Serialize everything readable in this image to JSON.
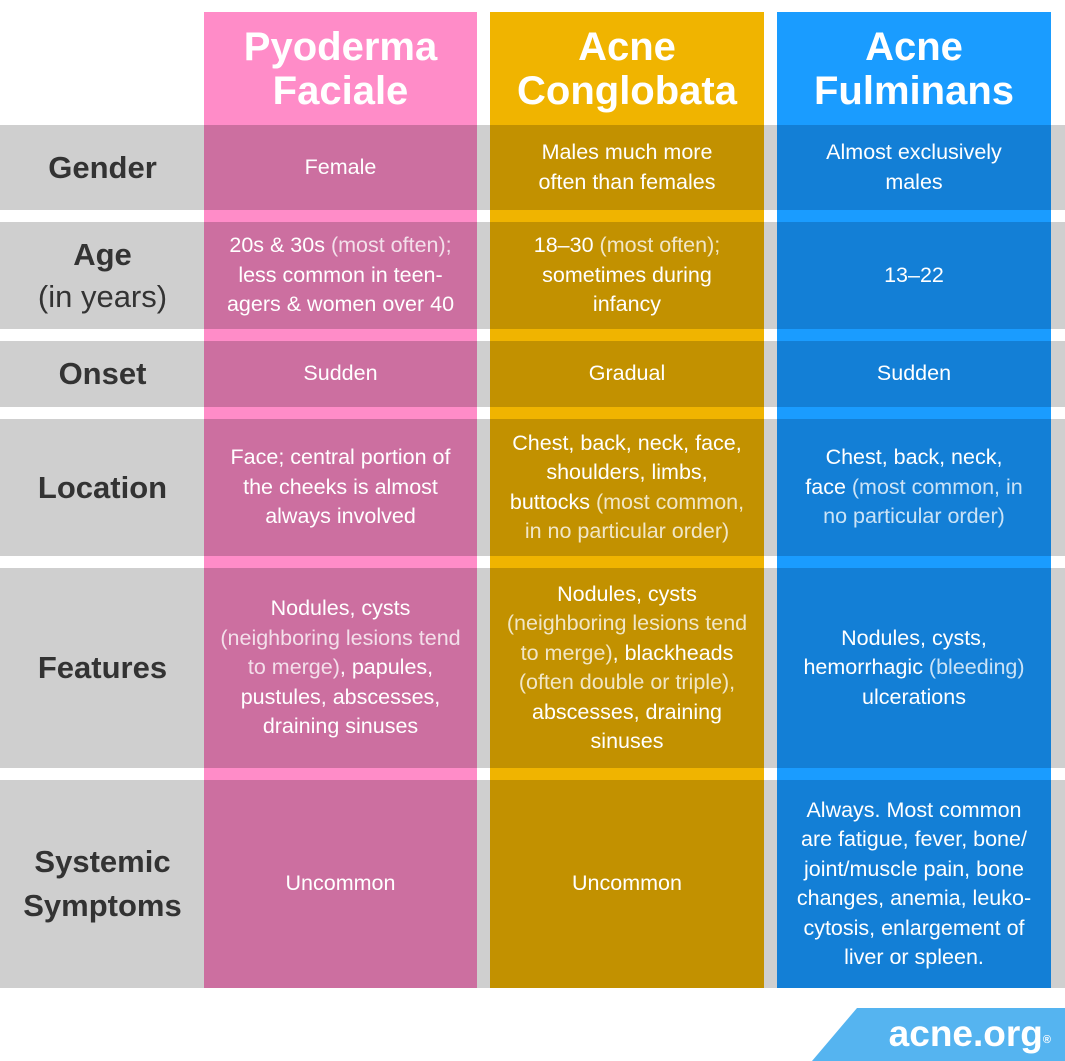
{
  "colors": {
    "pyoderma": "#ff8cc8",
    "pyoderma_dark": "#cc6fa0",
    "conglobata": "#f0b400",
    "conglobata_dark": "#c29100",
    "fulminans": "#1a9cff",
    "fulminans_dark": "#137fd6",
    "band": "#cfcfcf",
    "logo": "#55b4f0"
  },
  "columns": [
    {
      "title": "Pyoderma\nFaciale"
    },
    {
      "title": "Acne\nConglobata"
    },
    {
      "title": "Acne\nFulminans"
    }
  ],
  "rows": [
    {
      "label": "Gender",
      "cells": [
        [
          "Female"
        ],
        [
          "Males much more",
          "often than females"
        ],
        [
          "Almost exclusively",
          "males"
        ]
      ]
    },
    {
      "label": "Age",
      "sublabel": "(in years)",
      "cells": [
        {
          "bold": "20s & 30s",
          "lite": " (most often);",
          "rest": [
            "less common in teen-",
            "agers & women over 40"
          ]
        },
        {
          "bold": "18–30",
          "lite": " (most often);",
          "rest": [
            "sometimes during",
            "infancy"
          ]
        },
        {
          "plain": "13–22"
        }
      ]
    },
    {
      "label": "Onset",
      "cells": [
        [
          "Sudden"
        ],
        [
          "Gradual"
        ],
        [
          "Sudden"
        ]
      ]
    },
    {
      "label": "Location",
      "cells": [
        {
          "lines": [
            "Face; central portion of",
            "the cheeks is almost",
            "always involved"
          ]
        },
        {
          "lines": [
            "Chest, back, neck, face,",
            "shoulders, limbs,"
          ],
          "mixed": [
            [
              "buttocks",
              " (most common,"
            ]
          ],
          "lite_lines": [
            "in no particular order)"
          ]
        },
        {
          "lines": [
            "Chest, back, neck,"
          ],
          "mixed": [
            [
              "face",
              " (most common, in"
            ]
          ],
          "lite_lines": [
            "no particular order)"
          ]
        }
      ]
    },
    {
      "label": "Features",
      "cells": [
        {
          "seq": [
            [
              "n",
              "Nodules, cysts"
            ],
            [
              "l",
              "(neighboring lesions tend"
            ],
            [
              "lm",
              "to merge)",
              ", papules,"
            ],
            [
              "n",
              "pustules, abscesses,"
            ],
            [
              "n",
              "draining sinuses"
            ]
          ]
        },
        {
          "seq": [
            [
              "n",
              "Nodules, cysts"
            ],
            [
              "l",
              "(neighboring lesions tend"
            ],
            [
              "lm",
              "to merge)",
              ", blackheads"
            ],
            [
              "l",
              "(often double or triple),"
            ],
            [
              "n",
              "abscesses, draining"
            ],
            [
              "n",
              "sinuses"
            ]
          ]
        },
        {
          "seq": [
            [
              "n",
              "Nodules, cysts,"
            ],
            [
              "nl",
              "hemorrhagic",
              " (bleeding)"
            ],
            [
              "n",
              "ulcerations"
            ]
          ]
        }
      ]
    },
    {
      "label": "Systemic",
      "sublabel2": "Symptoms",
      "cells": [
        [
          "Uncommon"
        ],
        [
          "Uncommon"
        ],
        [
          "Always. Most common",
          "are fatigue, fever, bone/",
          "joint/muscle pain, bone",
          "changes, anemia, leuko-",
          "cytosis, enlargement of",
          "liver or spleen."
        ]
      ]
    }
  ],
  "logo": {
    "text": "acne.org",
    "reg": "®"
  }
}
